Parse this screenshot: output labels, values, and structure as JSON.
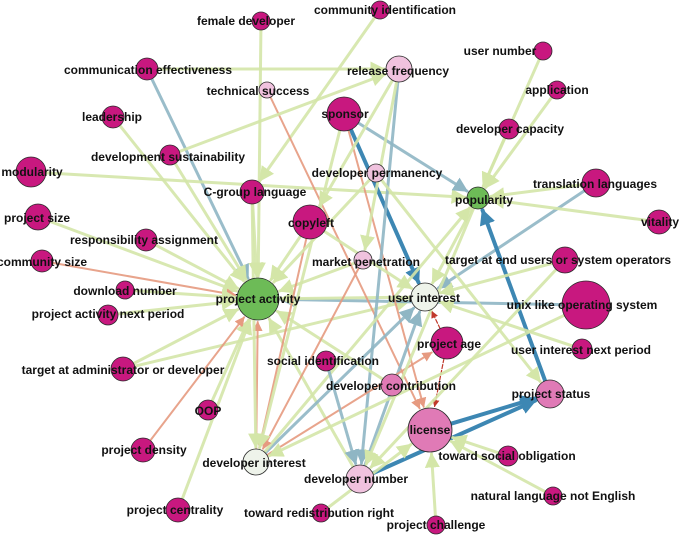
{
  "colors": {
    "magenta": "#c8187f",
    "pink": "#e07ab6",
    "light_pink": "#f0c2de",
    "green": "#6dbb57",
    "very_light": "#eef3ea",
    "edge_light": "#d4e6a8",
    "edge_blue": "#8fb6c4",
    "edge_dark_blue": "#3d87b3",
    "edge_orange": "#e69a80",
    "edge_red": "#c0392b"
  },
  "nodes": [
    {
      "id": "community_identification",
      "label": "community identification",
      "color": "magenta"
    },
    {
      "id": "female_developer",
      "label": "female developer",
      "color": "magenta"
    },
    {
      "id": "user_number",
      "label": "user number",
      "color": "magenta"
    },
    {
      "id": "communication_effectiveness",
      "label": "communication effectiveness",
      "color": "magenta"
    },
    {
      "id": "release_frequency",
      "label": "release frequency",
      "color": "light_pink"
    },
    {
      "id": "technical_success",
      "label": "technical success",
      "color": "light_pink"
    },
    {
      "id": "application",
      "label": "application",
      "color": "magenta"
    },
    {
      "id": "leadership",
      "label": "leadership",
      "color": "magenta"
    },
    {
      "id": "sponsor",
      "label": "sponsor",
      "color": "magenta"
    },
    {
      "id": "developer_capacity",
      "label": "developer capacity",
      "color": "magenta"
    },
    {
      "id": "development_sustainability",
      "label": "development sustainability",
      "color": "magenta"
    },
    {
      "id": "modularity",
      "label": "modularity",
      "color": "magenta"
    },
    {
      "id": "developer_permanency",
      "label": "developer permanency",
      "color": "light_pink"
    },
    {
      "id": "translation_languages",
      "label": "translation languages",
      "color": "magenta"
    },
    {
      "id": "c_group_language",
      "label": "C-group language",
      "color": "magenta"
    },
    {
      "id": "popularity",
      "label": "popularity",
      "color": "green"
    },
    {
      "id": "project_size",
      "label": "project size",
      "color": "magenta"
    },
    {
      "id": "vitality",
      "label": "vitality",
      "color": "magenta"
    },
    {
      "id": "copyleft",
      "label": "copyleft",
      "color": "magenta"
    },
    {
      "id": "responsibility_assignment",
      "label": "responsibility assignment",
      "color": "magenta"
    },
    {
      "id": "community_size",
      "label": "community size",
      "color": "magenta"
    },
    {
      "id": "market_penetration",
      "label": "market penetration",
      "color": "light_pink"
    },
    {
      "id": "target_end_users",
      "label": "target at end users or system operators",
      "color": "magenta"
    },
    {
      "id": "download_number",
      "label": "download number",
      "color": "magenta"
    },
    {
      "id": "project_activity",
      "label": "project activity",
      "color": "green"
    },
    {
      "id": "user_interest",
      "label": "user interest",
      "color": "very_light"
    },
    {
      "id": "unix_like",
      "label": "unix like operating system",
      "color": "magenta"
    },
    {
      "id": "project_activity_next",
      "label": "project activity next period",
      "color": "magenta"
    },
    {
      "id": "project_age",
      "label": "project age",
      "color": "magenta"
    },
    {
      "id": "user_interest_next",
      "label": "user interest next period",
      "color": "magenta"
    },
    {
      "id": "target_admin",
      "label": "target at administrator or developer",
      "color": "magenta"
    },
    {
      "id": "social_identification",
      "label": "social identification",
      "color": "magenta"
    },
    {
      "id": "developer_contribution",
      "label": "developer contribution",
      "color": "pink"
    },
    {
      "id": "project_status",
      "label": "project status",
      "color": "pink"
    },
    {
      "id": "oop",
      "label": "OOP",
      "color": "magenta"
    },
    {
      "id": "license",
      "label": "license",
      "color": "pink"
    },
    {
      "id": "project_density",
      "label": "project density",
      "color": "magenta"
    },
    {
      "id": "developer_interest",
      "label": "developer interest",
      "color": "very_light"
    },
    {
      "id": "toward_social_obligation",
      "label": "toward social obligation",
      "color": "magenta"
    },
    {
      "id": "developer_number",
      "label": "developer number",
      "color": "light_pink"
    },
    {
      "id": "natural_language",
      "label": "natural language not English",
      "color": "magenta"
    },
    {
      "id": "project_centrality",
      "label": "project centrality",
      "color": "magenta"
    },
    {
      "id": "toward_redistribution",
      "label": "toward redistribution right",
      "color": "magenta"
    },
    {
      "id": "project_challenge",
      "label": "project challenge",
      "color": "magenta"
    }
  ],
  "edges": [
    {
      "s": "community_identification",
      "t": "c_group_language",
      "kind": "light"
    },
    {
      "s": "female_developer",
      "t": "project_activity",
      "kind": "light"
    },
    {
      "s": "communication_effectiveness",
      "t": "project_activity",
      "kind": "blue"
    },
    {
      "s": "communication_effectiveness",
      "t": "release_frequency",
      "kind": "light"
    },
    {
      "s": "leadership",
      "t": "project_activity",
      "kind": "light"
    },
    {
      "s": "development_sustainability",
      "t": "project_activity",
      "kind": "light"
    },
    {
      "s": "modularity",
      "t": "popularity",
      "kind": "light"
    },
    {
      "s": "project_size",
      "t": "project_activity",
      "kind": "light"
    },
    {
      "s": "responsibility_assignment",
      "t": "project_activity",
      "kind": "light"
    },
    {
      "s": "community_size",
      "t": "project_activity",
      "kind": "orange"
    },
    {
      "s": "download_number",
      "t": "project_activity",
      "kind": "light"
    },
    {
      "s": "project_activity_next",
      "t": "project_activity",
      "kind": "light"
    },
    {
      "s": "target_admin",
      "t": "project_activity",
      "kind": "light"
    },
    {
      "s": "target_admin",
      "t": "user_interest",
      "kind": "light"
    },
    {
      "s": "oop",
      "t": "project_activity",
      "kind": "light"
    },
    {
      "s": "project_density",
      "t": "project_activity",
      "kind": "orange"
    },
    {
      "s": "project_centrality",
      "t": "project_activity",
      "kind": "light"
    },
    {
      "s": "c_group_language",
      "t": "project_activity",
      "kind": "light"
    },
    {
      "s": "copyleft",
      "t": "project_activity",
      "kind": "light"
    },
    {
      "s": "unix_like",
      "t": "project_activity",
      "kind": "blue"
    },
    {
      "s": "user_interest",
      "t": "project_activity",
      "kind": "light"
    },
    {
      "s": "market_penetration",
      "t": "project_activity",
      "kind": "light"
    },
    {
      "s": "sponsor",
      "t": "user_interest",
      "kind": "darkblue"
    },
    {
      "s": "sponsor",
      "t": "popularity",
      "kind": "blue"
    },
    {
      "s": "sponsor",
      "t": "license",
      "kind": "orange"
    },
    {
      "s": "technical_success",
      "t": "license",
      "kind": "orange"
    },
    {
      "s": "release_frequency",
      "t": "developer_number",
      "kind": "blue"
    },
    {
      "s": "release_frequency",
      "t": "market_penetration",
      "kind": "light"
    },
    {
      "s": "user_number",
      "t": "popularity",
      "kind": "light"
    },
    {
      "s": "application",
      "t": "popularity",
      "kind": "light"
    },
    {
      "s": "developer_capacity",
      "t": "popularity",
      "kind": "light"
    },
    {
      "s": "translation_languages",
      "t": "user_interest",
      "kind": "blue"
    },
    {
      "s": "translation_languages",
      "t": "popularity",
      "kind": "light"
    },
    {
      "s": "vitality",
      "t": "popularity",
      "kind": "light"
    },
    {
      "s": "developer_permanency",
      "t": "project_status",
      "kind": "light"
    },
    {
      "s": "popularity",
      "t": "user_interest",
      "kind": "light"
    },
    {
      "s": "project_status",
      "t": "popularity",
      "kind": "darkblue"
    },
    {
      "s": "license",
      "t": "project_status",
      "kind": "darkblue"
    },
    {
      "s": "developer_number",
      "t": "project_status",
      "kind": "darkblue"
    },
    {
      "s": "developer_number",
      "t": "user_interest",
      "kind": "blue"
    },
    {
      "s": "developer_number",
      "t": "project_activity",
      "kind": "light"
    },
    {
      "s": "developer_interest",
      "t": "user_interest",
      "kind": "blue"
    },
    {
      "s": "developer_interest",
      "t": "project_activity",
      "kind": "orange"
    },
    {
      "s": "developer_interest",
      "t": "project_age",
      "kind": "orange"
    },
    {
      "s": "developer_interest",
      "t": "popularity",
      "kind": "light"
    },
    {
      "s": "project_age",
      "t": "user_interest",
      "kind": "red"
    },
    {
      "s": "project_age",
      "t": "license",
      "kind": "red"
    },
    {
      "s": "social_identification",
      "t": "developer_number",
      "kind": "blue"
    },
    {
      "s": "developer_contribution",
      "t": "project_activity",
      "kind": "light"
    },
    {
      "s": "toward_social_obligation",
      "t": "license",
      "kind": "light"
    },
    {
      "s": "natural_language",
      "t": "license",
      "kind": "light"
    },
    {
      "s": "toward_redistribution",
      "t": "license",
      "kind": "light"
    },
    {
      "s": "project_challenge",
      "t": "license",
      "kind": "light"
    },
    {
      "s": "target_end_users",
      "t": "user_interest",
      "kind": "light"
    },
    {
      "s": "user_interest_next",
      "t": "user_interest",
      "kind": "light"
    },
    {
      "s": "copyleft",
      "t": "developer_interest",
      "kind": "orange"
    },
    {
      "s": "market_penetration",
      "t": "developer_interest",
      "kind": "orange"
    },
    {
      "s": "copyleft",
      "t": "user_interest",
      "kind": "light"
    },
    {
      "s": "release_frequency",
      "t": "copyleft",
      "kind": "light"
    },
    {
      "s": "popularity",
      "t": "developer_number",
      "kind": "light"
    },
    {
      "s": "unix_like",
      "t": "developer_interest",
      "kind": "light"
    },
    {
      "s": "development_sustainability",
      "t": "release_frequency",
      "kind": "light"
    },
    {
      "s": "target_end_users",
      "t": "developer_number",
      "kind": "light"
    },
    {
      "s": "developer_permanency",
      "t": "project_activity",
      "kind": "light"
    },
    {
      "s": "c_group_language",
      "t": "developer_interest",
      "kind": "light"
    },
    {
      "s": "sponsor",
      "t": "developer_interest",
      "kind": "light"
    }
  ]
}
